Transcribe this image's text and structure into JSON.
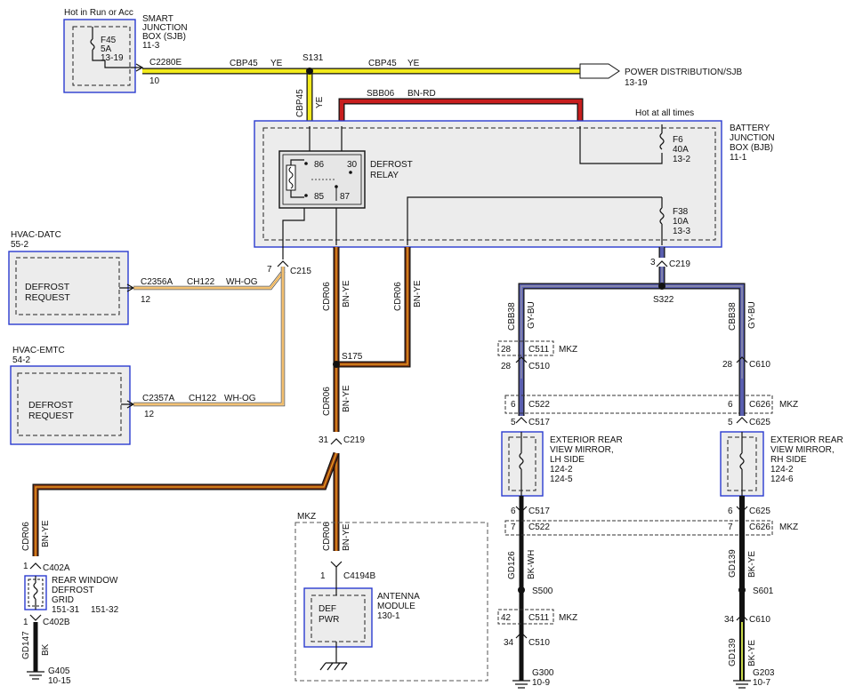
{
  "sjb": {
    "header": "Hot in Run or Acc",
    "title": [
      "SMART",
      "JUNCTION",
      "BOX (SJB)",
      "11-3"
    ],
    "fuse": [
      "F45",
      "5A",
      "13-19"
    ],
    "connector": "C2280E",
    "pin": "10"
  },
  "top_wire": {
    "left_circuit": "CBP45",
    "left_color": "YE",
    "splice": "S131",
    "right_circuit": "CBP45",
    "right_color": "YE",
    "down_circuit": "CBP45",
    "down_color": "YE",
    "dest_title": "POWER DISTRIBUTION/SJB",
    "dest_ref": "13-19"
  },
  "red_wire": {
    "circuit": "SBB06",
    "color": "BN-RD"
  },
  "bjb": {
    "hot_label": "Hot at all times",
    "title": [
      "BATTERY",
      "JUNCTION",
      "BOX (BJB)",
      "11-1"
    ],
    "fuse_f6": [
      "F6",
      "40A",
      "13-2"
    ],
    "fuse_f38": [
      "F38",
      "10A",
      "13-3"
    ],
    "relay_title": [
      "DEFROST",
      "RELAY"
    ],
    "relay_pins": [
      "86",
      "30",
      "85",
      "87"
    ]
  },
  "c215": {
    "connector": "C215",
    "pin": "7"
  },
  "hvac_datc": {
    "header": [
      "HVAC-DATC",
      "55-2"
    ],
    "module_label": [
      "DEFROST",
      "REQUEST"
    ],
    "connector": "C2356A",
    "pin": "12",
    "circuit": "CH122",
    "color": "WH-OG"
  },
  "hvac_emtc": {
    "header": [
      "HVAC-EMTC",
      "54-2"
    ],
    "module_label": [
      "DEFROST",
      "REQUEST"
    ],
    "connector": "C2357A",
    "pin": "12",
    "circuit": "CH122",
    "color": "WH-OG"
  },
  "cdr06": {
    "left_circuit": "CDR06",
    "left_color": "BN-YE",
    "right_circuit": "CDR06",
    "right_color": "BN-YE",
    "splice": "S175",
    "lower_circuit": "CDR06",
    "lower_color": "BN-YE",
    "c219_connector": "C219",
    "c219_pin": "31"
  },
  "rear_window": {
    "circuit": "CDR06",
    "color": "BN-YE",
    "conn_top": "C402A",
    "pin_top": "1",
    "title": [
      "REAR WINDOW",
      "DEFROST",
      "GRID"
    ],
    "refs": [
      "151-31",
      "151-32"
    ],
    "conn_bottom": "C402B",
    "pin_bottom": "1",
    "ground_circuit": "GD147",
    "ground_color": "BK",
    "ground": "G405",
    "ground_ref": "10-15"
  },
  "antenna": {
    "option": "MKZ",
    "circuit": "CDR06",
    "color": "BN-YE",
    "connector": "C4194B",
    "pin": "1",
    "title": [
      "ANTENNA",
      "MODULE",
      "130-1"
    ],
    "inner": [
      "DEF",
      "PWR"
    ]
  },
  "c219_right": {
    "connector": "C219",
    "pin": "3",
    "splice": "S322"
  },
  "lh_mirror": {
    "circuit": "CBB38",
    "color": "GY-BU",
    "c511_pin": "28",
    "c511": "C511",
    "c511_opt": "MKZ",
    "c510_pin": "28",
    "c510": "C510",
    "c522_pin": "6",
    "c522": "C522",
    "c517_pin": "5",
    "c517": "C517",
    "title": [
      "EXTERIOR REAR",
      "VIEW MIRROR,",
      "LH SIDE",
      "124-2",
      "124-5"
    ],
    "c517b_pin": "6",
    "c517b": "C517",
    "c522b_pin": "7",
    "c522b": "C522",
    "ground_circuit": "GD126",
    "ground_color": "BK-WH",
    "splice": "S500",
    "c511b_pin": "42",
    "c511b": "C511",
    "c511b_opt": "MKZ",
    "c510b_pin": "34",
    "c510b": "C510",
    "ground": "G300",
    "ground_ref": "10-9"
  },
  "rh_mirror": {
    "circuit": "CBB38",
    "color": "GY-BU",
    "c610_pin": "28",
    "c610": "C610",
    "c626_pin": "6",
    "c626": "C626",
    "c626_opt": "MKZ",
    "c625_pin": "5",
    "c625": "C625",
    "title": [
      "EXTERIOR REAR",
      "VIEW MIRROR,",
      "RH SIDE",
      "124-2",
      "124-6"
    ],
    "c625b_pin": "6",
    "c625b": "C625",
    "c626b_pin": "7",
    "c626b": "C626",
    "c626b_opt": "MKZ",
    "ground_circuit": "GD139",
    "ground_color": "BK-YE",
    "splice": "S601",
    "c610b_pin": "34",
    "c610b": "C610",
    "ground_circuit2": "GD139",
    "ground_color2": "BK-YE",
    "ground": "G203",
    "ground_ref": "10-7"
  },
  "colors": {
    "yellow": "#f2ea1c",
    "red": "#c81e1e",
    "brown": "#8a3b12",
    "orange": "#f0a020",
    "blue_gray": "#5a5fb0",
    "gray": "#9a9aa8",
    "black": "#111111",
    "green_yellow": "#c8d84a",
    "box_blue": "#2a3bd0"
  }
}
